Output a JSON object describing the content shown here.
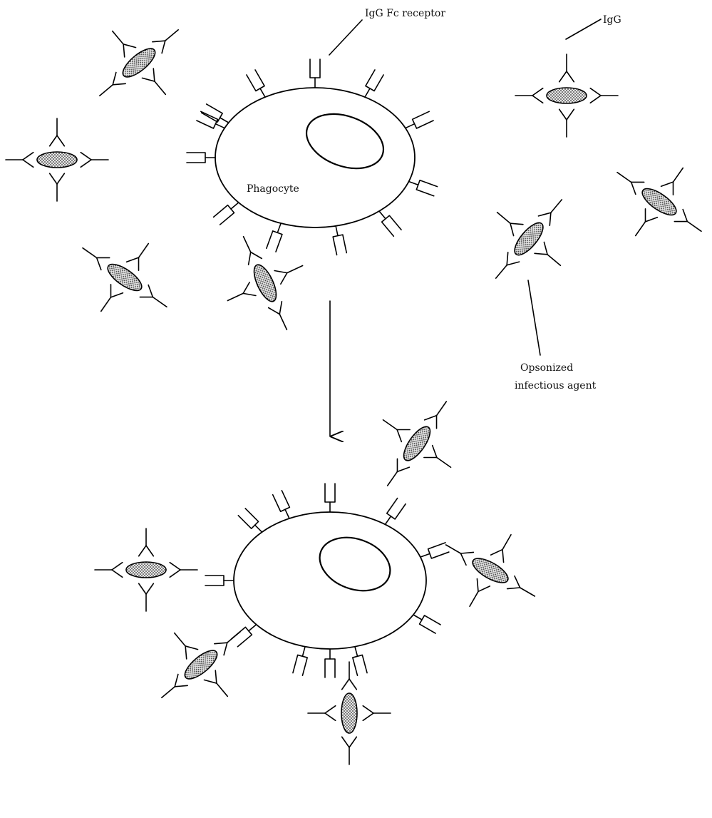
{
  "labels": {
    "fc_receptor": "IgG Fc receptor",
    "igg": "IgG",
    "phagocyte": "Phagocyte",
    "opsonized_line1": "Opsonized",
    "opsonized_line2": "infectious agent"
  },
  "colors": {
    "stroke": "#000000",
    "background": "#ffffff",
    "microbe_fill": "#9a9a9a"
  }
}
